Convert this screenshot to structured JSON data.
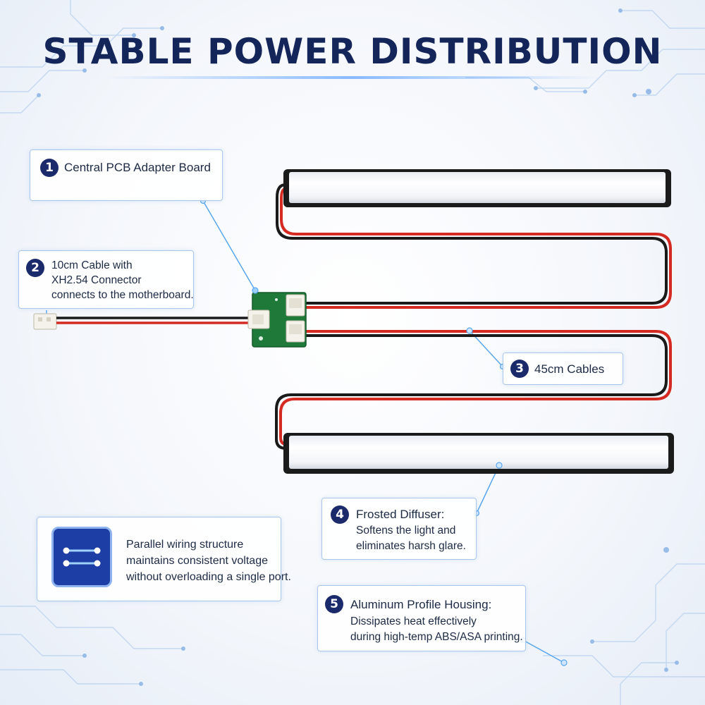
{
  "title": "STABLE POWER DISTRIBUTION",
  "callouts": [
    {
      "num": "1",
      "title": "Central PCB Adapter Board"
    },
    {
      "num": "2",
      "lines": [
        "10cm Cable with",
        "XH2.54 Connector",
        "connects to the motherboard."
      ]
    },
    {
      "num": "3",
      "title": "45cm Cables"
    },
    {
      "num": "4",
      "title": "Frosted Diffuser:",
      "lines": [
        "Softens the light and",
        "eliminates harsh glare."
      ]
    },
    {
      "num": "5",
      "title": "Aluminum Profile Housing:",
      "lines": [
        "Dissipates heat effectively",
        "during high-temp ABS/ASA printing."
      ]
    }
  ],
  "info": {
    "icon": "parallel-wiring-icon",
    "lines": [
      "Parallel wiring structure",
      "maintains consistent voltage",
      "without overloading a single port."
    ]
  },
  "colors": {
    "title": "#14255a",
    "badge": "#1b2a6b",
    "wire_red": "#d42a22",
    "wire_black": "#1a1a1a",
    "pcb": "#1f7a3a",
    "callout_border": "#a9c6e8",
    "icon_bg": "#1d3ea5"
  }
}
